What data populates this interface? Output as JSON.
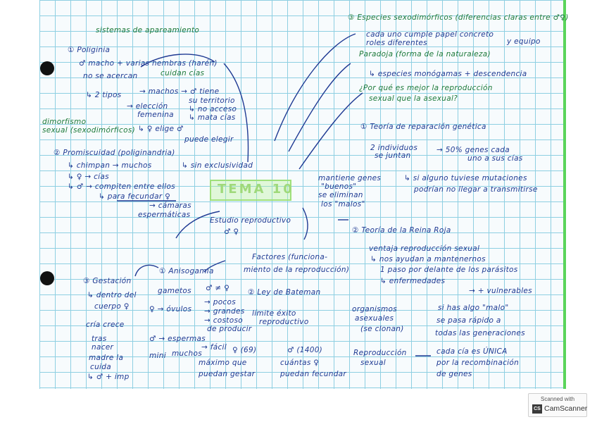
{
  "page_title": "TEMA 10",
  "heading_main": "sistemas de apareamiento",
  "notes": [
    "① Poliginia",
    "♂ macho + varias hembras (harén)",
    "no se acercan",
    "cuidan cías",
    "↳ 2 tipos",
    "→ machos → ♂ tiene",
    "su territorio",
    "↳ no acceso",
    "→ elección",
    "femenina",
    "↳ mata cías",
    "dimorfismo",
    "sexual (sexodimórficos)",
    "↳ ♀ elige ♂",
    "puede elegir",
    "② Promiscuidad (poliginandria)",
    "↳ chimpan → muchos",
    "↳ sin exclusividad",
    "↳ ♀ → cías",
    "↳ ♂ → compiten entre ellos",
    "↳ para fecundar ♀",
    "→ cámaras",
    "espermáticas",
    "③ Especies sexodimórficos (diferencias claras entre ♂♀)",
    "cada uno cumple papel concreto",
    "y equipo",
    "roles diferentes",
    "Paradoja (forma de la naturaleza)",
    "↳ especies monógamas + descendencia",
    "¿Por qué es mejor la reproducción",
    "sexual que la asexual?",
    "① Teoría de reparación genética",
    "2 individuos",
    "se juntan",
    "→ 50% genes cada",
    "uno a sus cías",
    "mantiene genes",
    "\"buenos\"",
    "se eliminan",
    "los \"malos\"",
    "↳ si alguno tuviese mutaciones",
    "podrían no llegar a transmitirse",
    "Estudio reproductivo",
    "♂ ♀",
    "② Teoría de la Reina Roja",
    "ventaja reproducción sexual",
    "↳ nos ayudan a mantenernos",
    "1 paso por delante de los parásitos",
    "↳ enfermedades",
    "→ + vulnerables",
    "Factores (funciona-",
    "miento de la reproducción)",
    "③ Gestación",
    "↳ dentro del",
    "cuerpo ♀",
    "cría crece",
    "tras",
    "nacer",
    "madre la",
    "cuida",
    "↳ ♂ + imp",
    "① Anisogamia",
    "gametos",
    "♂ ≠ ♀",
    "♀ → óvulos",
    "→ pocos",
    "→ grandes",
    "→ costoso",
    "de producir",
    "♂ → espermas",
    "mini",
    "muchos",
    "→ fácil",
    "② Ley de Bateman",
    "límite éxito",
    "reproductivo",
    "♀ (69)",
    "♂ (1400)",
    "máximo que",
    "puedan gestar",
    "cuántas ♀",
    "puedan fecundar",
    "organismos",
    "asexuales",
    "(se clonan)",
    "Reproducción",
    "sexual",
    "si has algo \"malo\"",
    "se pasa rápido a",
    "todas las generaciones",
    "cada cía es ÚNICA",
    "por la recombinación",
    "de genes"
  ],
  "scanner_badge": {
    "top_text": "Scanned with",
    "logo_text": "CS",
    "brand": "CamScanner"
  },
  "colors": {
    "ink_blue": "#1f3a93",
    "ink_green": "#1e7a3a",
    "grid": "#8ecfe2",
    "title_highlight": "#9fe07a"
  }
}
